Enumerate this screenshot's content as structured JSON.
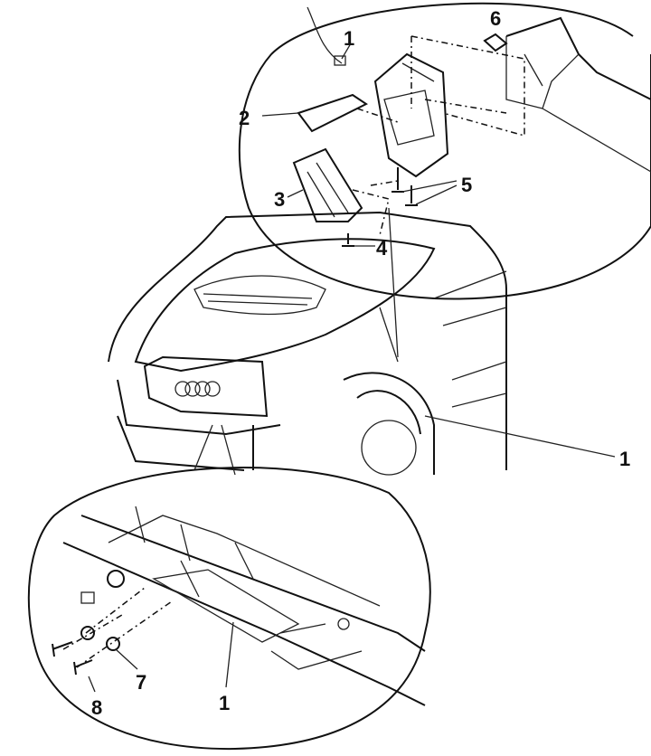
{
  "diagram": {
    "callouts": {
      "top_1": "1",
      "top_2": "2",
      "top_3": "3",
      "top_4": "4",
      "top_5": "5",
      "top_6": "6",
      "mid_1": "1",
      "bottom_1": "1",
      "bottom_7": "7",
      "bottom_8": "8"
    }
  }
}
